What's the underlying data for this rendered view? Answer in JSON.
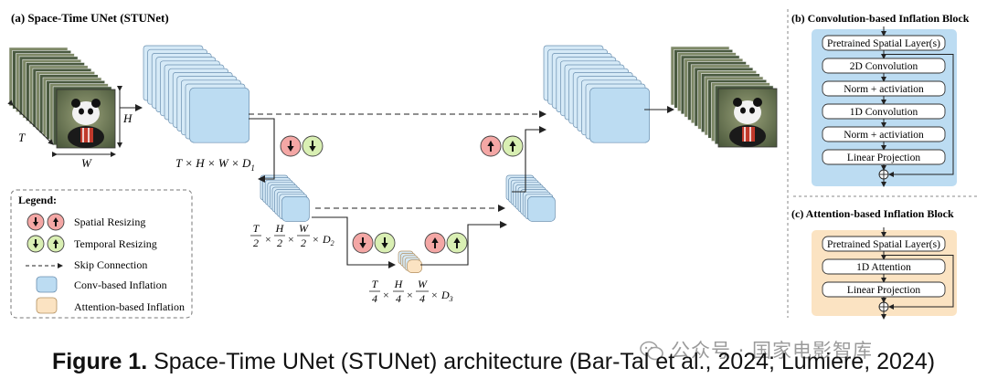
{
  "panel_a": {
    "title": "(a) Space-Time UNet (STUNet)",
    "dims": {
      "h": "H",
      "t": "T",
      "w": "W"
    },
    "level1_label": {
      "pre": "T × H × W × D",
      "sub": "1"
    },
    "level2_label": {
      "t": "T",
      "h": "H",
      "w": "W",
      "den": "2",
      "d": "D",
      "sub": "2"
    },
    "level3_label": {
      "t": "T",
      "h": "H",
      "w": "W",
      "den": "4",
      "d": "D",
      "sub": "3"
    }
  },
  "legend": {
    "title": "Legend:",
    "items": [
      {
        "label": "Spatial Resizing"
      },
      {
        "label": "Temporal Resizing"
      },
      {
        "label": "Skip Connection"
      },
      {
        "label": "Conv-based Inflation"
      },
      {
        "label": "Attention-based Inflation"
      }
    ]
  },
  "panel_b": {
    "title": "(b) Convolution-based Inflation Block",
    "layers": [
      "Pretrained Spatial Layer(s)",
      "2D Convolution",
      "Norm + activiation",
      "1D Convolution",
      "Norm + activiation",
      "Linear Projection"
    ]
  },
  "panel_c": {
    "title": "(c) Attention-based Inflation Block",
    "layers": [
      "Pretrained Spatial Layer(s)",
      "1D Attention",
      "Linear Projection"
    ]
  },
  "plus_symbol": "⊕",
  "caption": {
    "bold": "Figure 1.",
    "text": " Space-Time UNet (STUNet) architecture (Bar-Tal et al., 2024; Lumiere, 2024)"
  },
  "watermark": "公众号 · 国家电影智库",
  "colors": {
    "conv_fill": "#bcdcf2",
    "attn_fill": "#fbe3c2",
    "spatial": "#f4a7a5",
    "temporal": "#d9efb3",
    "panel_b_bg": "#bcdcf2",
    "panel_c_bg": "#fbe3c2"
  }
}
